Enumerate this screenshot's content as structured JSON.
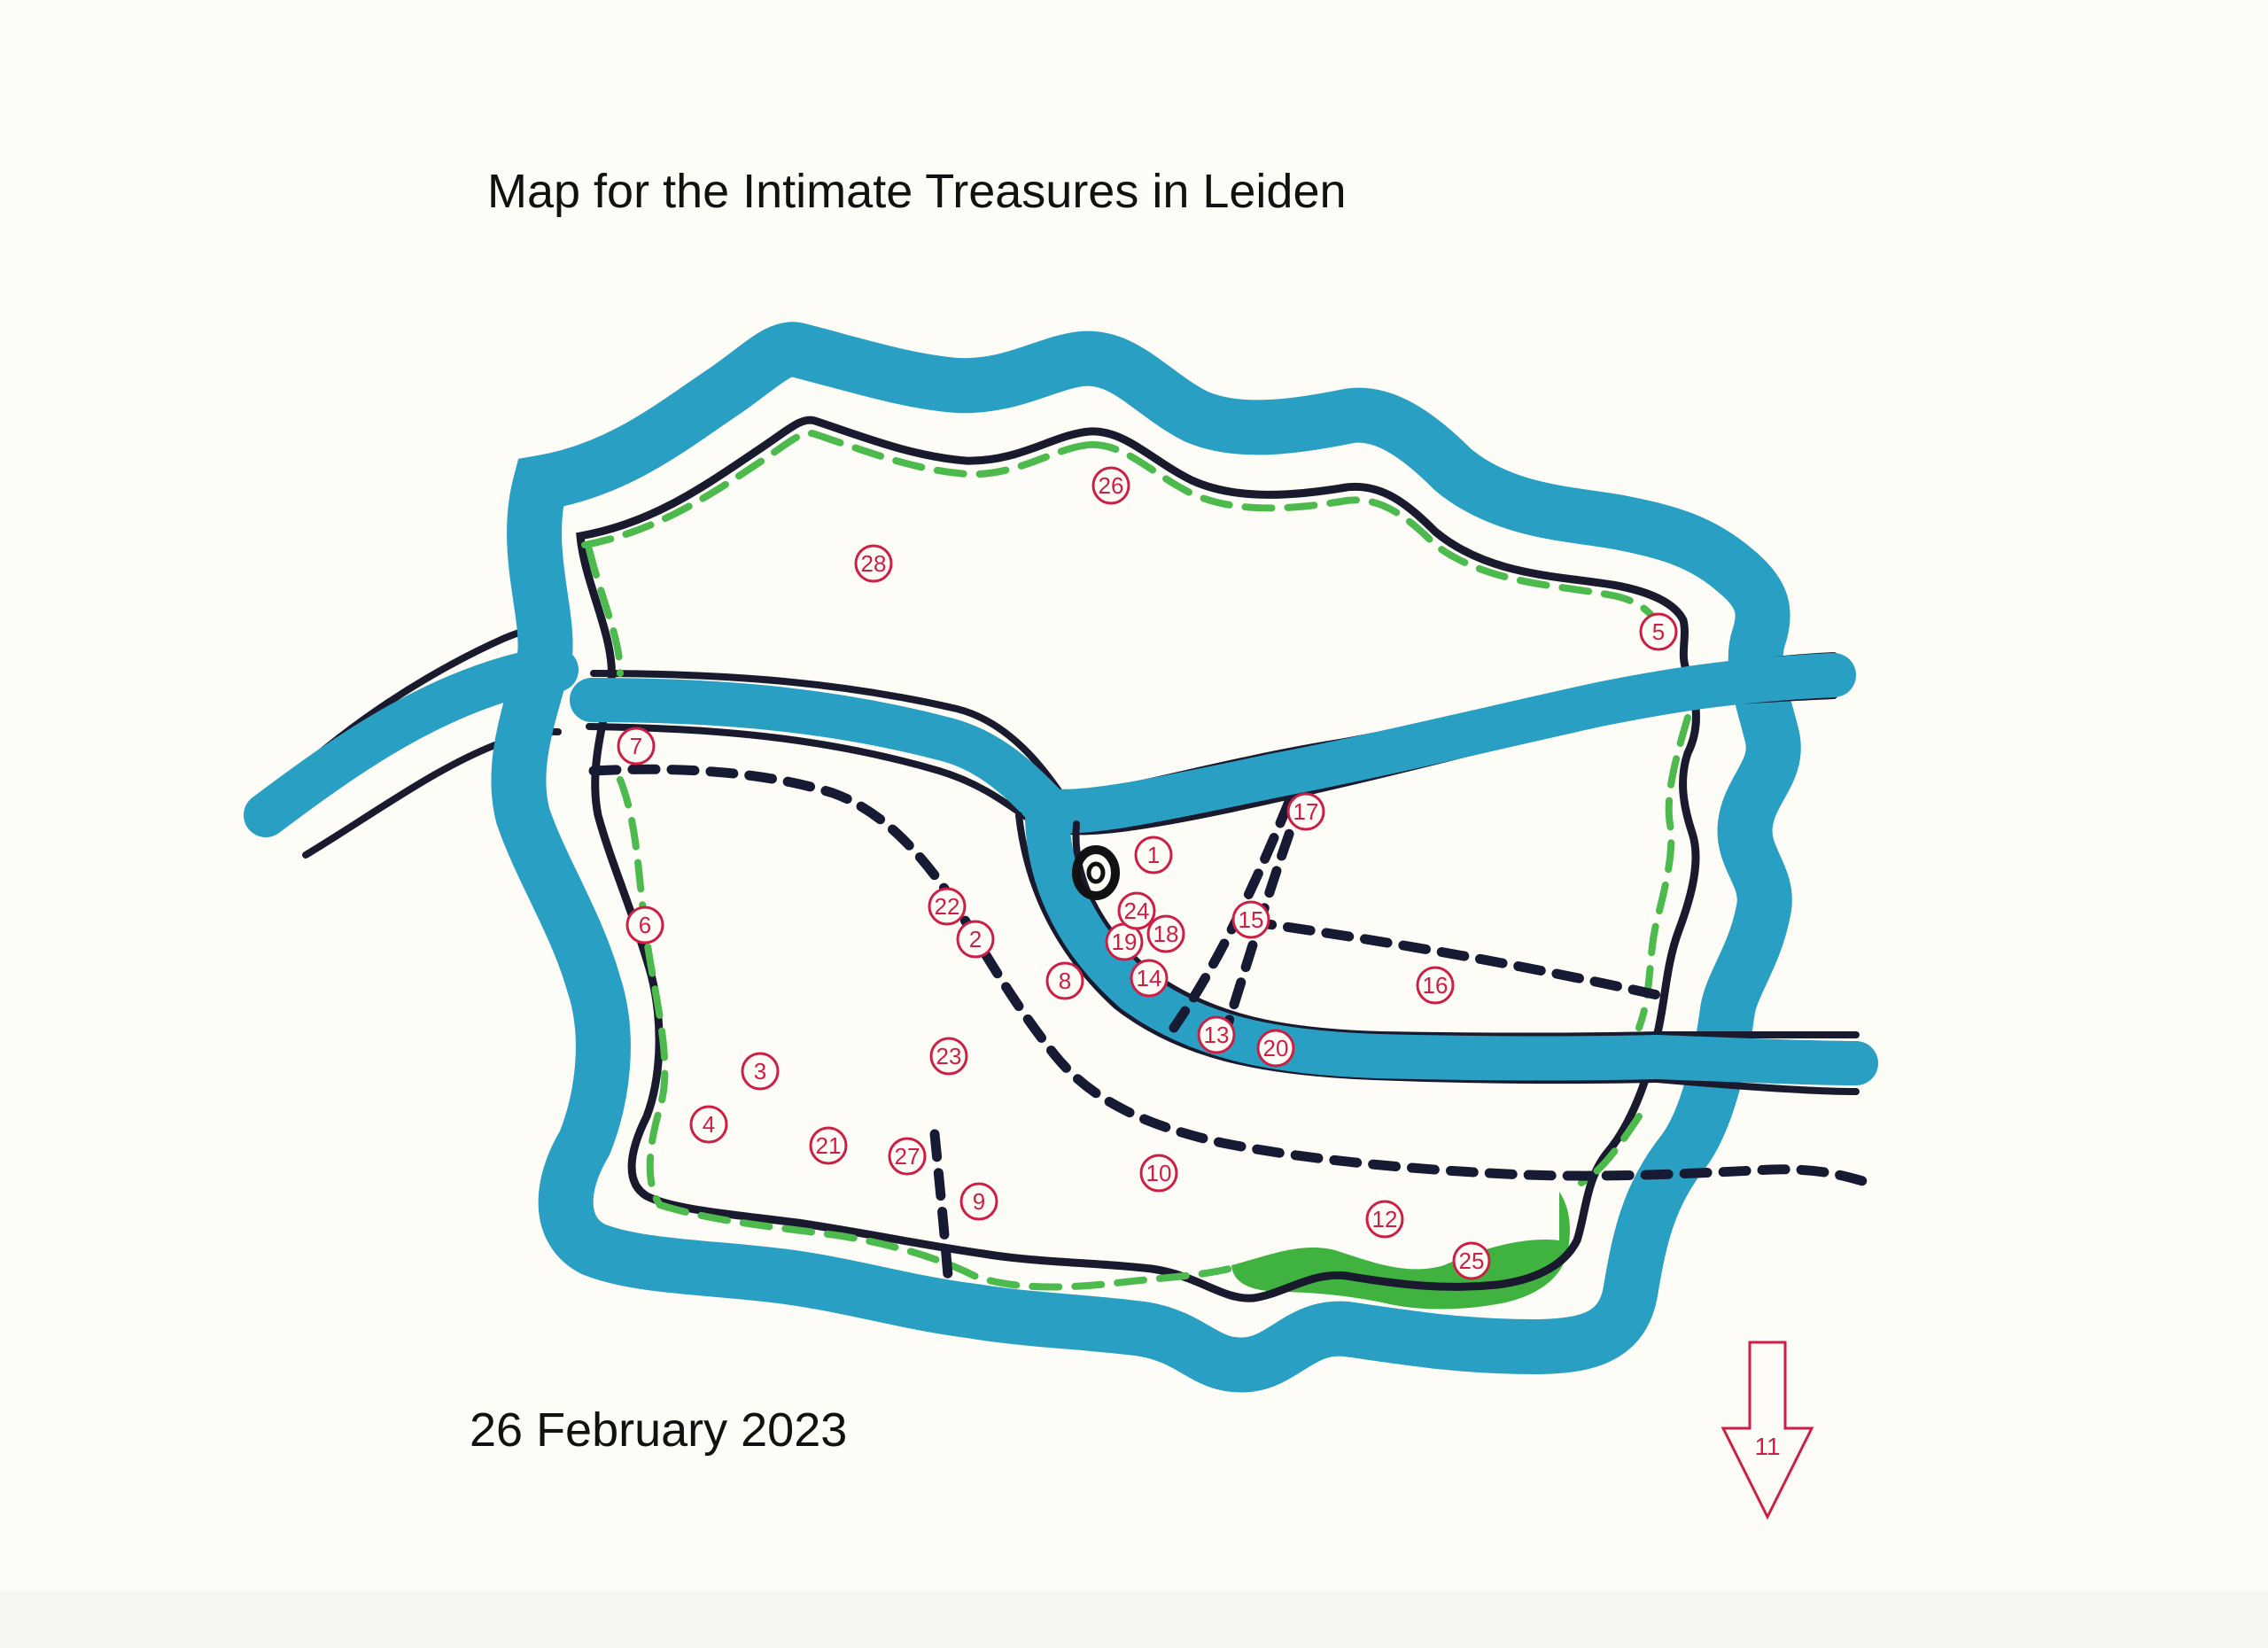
{
  "map": {
    "title": "Map for the Intimate Treasures in Leiden",
    "date": "26 February 2023",
    "colors": {
      "water": "#2a9fc4",
      "water_outline": "#1a1a2e",
      "park_boundary": "#4cba4c",
      "park_fill": "#3fb23f",
      "path": "#161a33",
      "marker": "#cc1f45",
      "background": "#fdfcf6"
    },
    "markers": [
      {
        "label": "1"
      },
      {
        "label": "2"
      },
      {
        "label": "3"
      },
      {
        "label": "4"
      },
      {
        "label": "5"
      },
      {
        "label": "6"
      },
      {
        "label": "7"
      },
      {
        "label": "8"
      },
      {
        "label": "9"
      },
      {
        "label": "10"
      },
      {
        "label": "12"
      },
      {
        "label": "13"
      },
      {
        "label": "14"
      },
      {
        "label": "15"
      },
      {
        "label": "16"
      },
      {
        "label": "17"
      },
      {
        "label": "18"
      },
      {
        "label": "19"
      },
      {
        "label": "20"
      },
      {
        "label": "21"
      },
      {
        "label": "22"
      },
      {
        "label": "23"
      },
      {
        "label": "24"
      },
      {
        "label": "25"
      },
      {
        "label": "26"
      },
      {
        "label": "27"
      },
      {
        "label": "28"
      }
    ],
    "offmap_arrow": {
      "label": "11",
      "direction": "down"
    }
  }
}
